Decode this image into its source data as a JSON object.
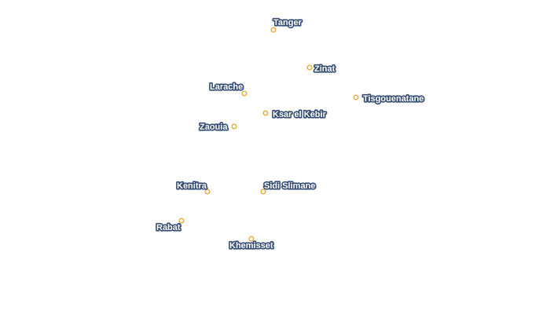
{
  "map": {
    "marker_stroke_color": "#e8a93a",
    "label_fill_color": "#ffffff",
    "label_halo_color": "#344b73",
    "cities": [
      {
        "name": "Tanger"
      },
      {
        "name": "Zinat"
      },
      {
        "name": "Larache"
      },
      {
        "name": "Tisgouenatane"
      },
      {
        "name": "Ksar el Kebir"
      },
      {
        "name": "Zaouia"
      },
      {
        "name": "Kenitra"
      },
      {
        "name": "Sidi Slimane"
      },
      {
        "name": "Rabat"
      },
      {
        "name": "Khemisset"
      }
    ]
  }
}
